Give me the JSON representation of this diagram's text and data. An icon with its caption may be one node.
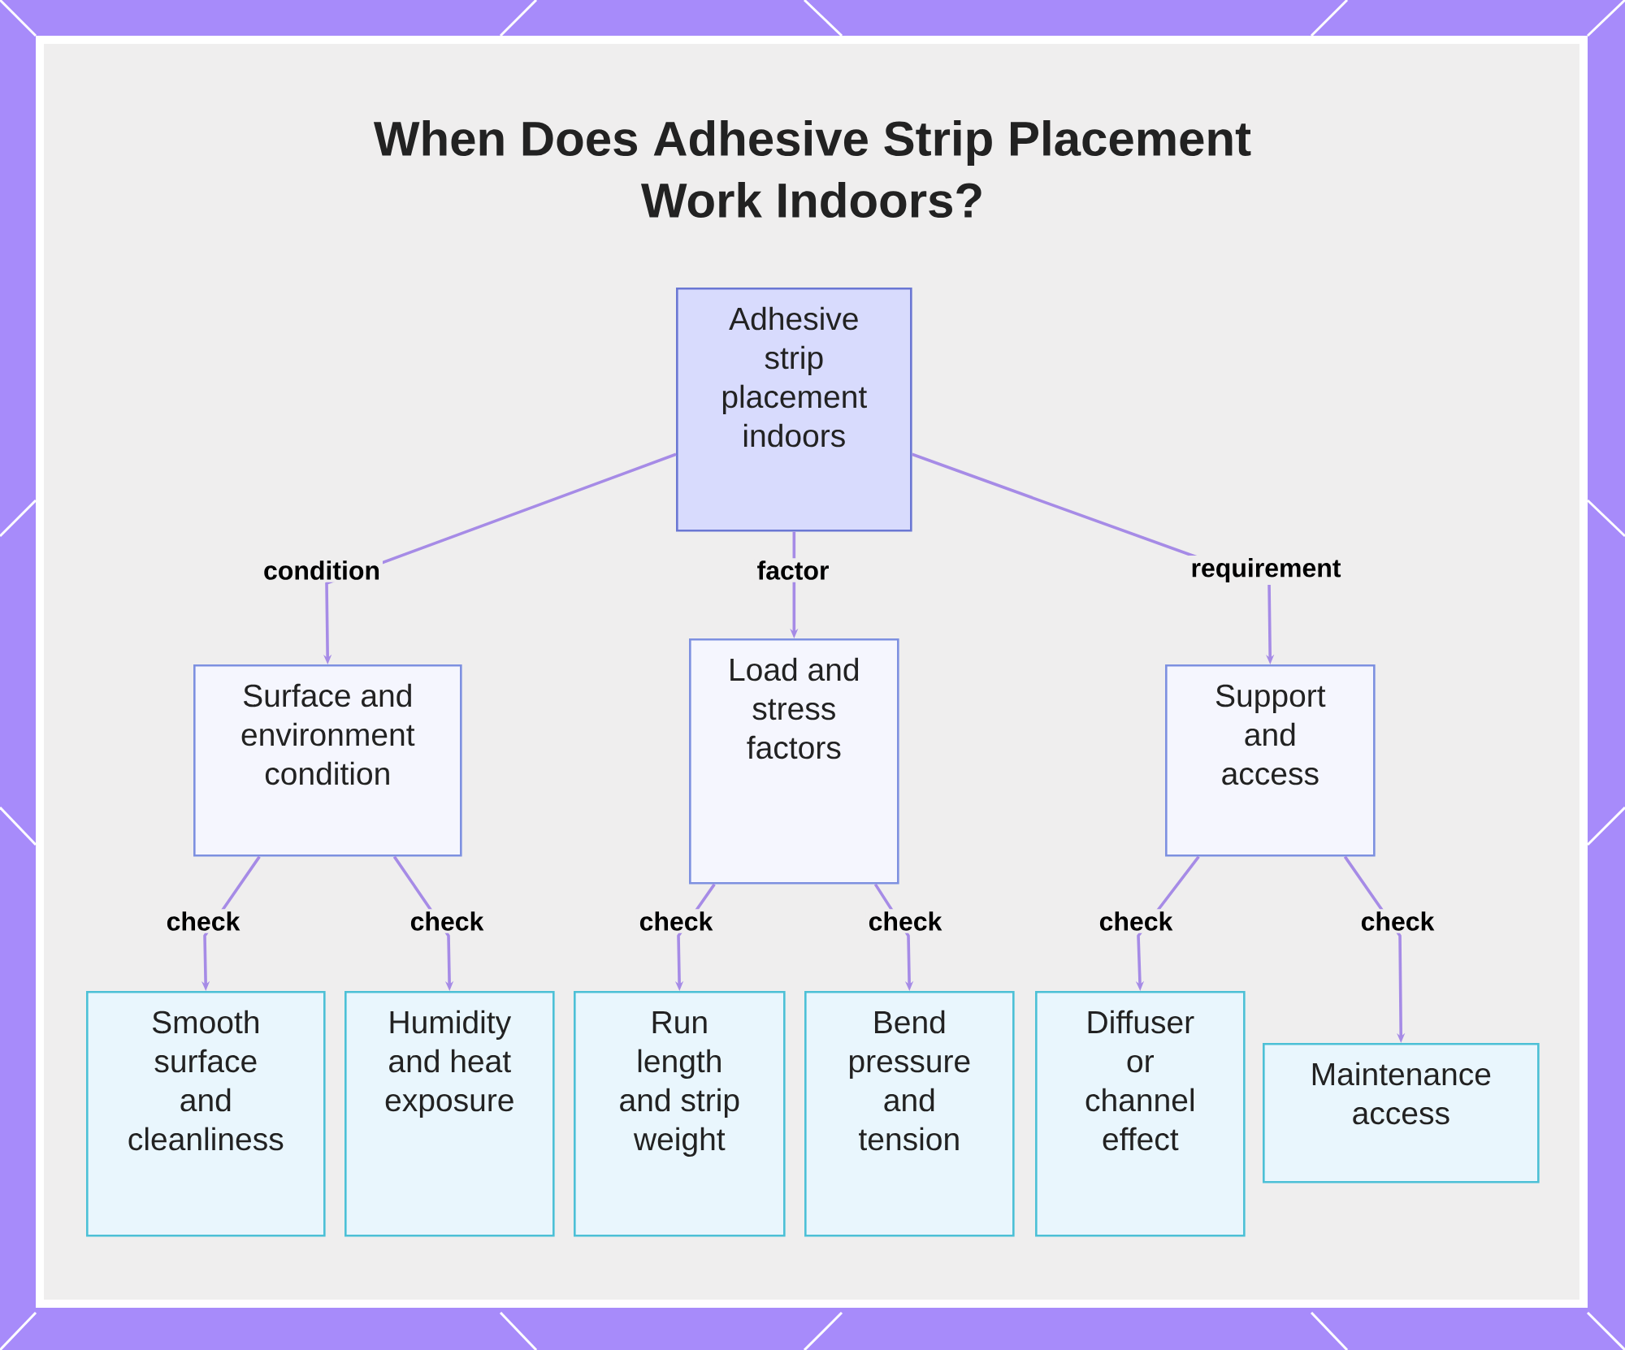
{
  "diagram": {
    "title": "When Does Adhesive Strip Placement Work Indoors?",
    "nodes": [
      {
        "text": [
          "Adhesive strip placement indoors"
        ]
      },
      {
        "text": [
          "Surface and environment condition"
        ]
      },
      {
        "text": [
          "Load and stress factors"
        ]
      },
      {
        "text": [
          "Support and access"
        ]
      },
      {
        "text": [
          "Smooth surface and cleanliness"
        ]
      },
      {
        "text": [
          "Humidity and heat exposure"
        ]
      },
      {
        "text": [
          "Run length and strip weight"
        ]
      },
      {
        "text": [
          "Bend pressure and tension"
        ]
      },
      {
        "text": [
          "Diffuser or channel effect"
        ]
      },
      {
        "text": [
          "Maintenance access"
        ]
      }
    ],
    "edges": [
      {
        "from": 0,
        "to": 1,
        "arrow": "to",
        "label": "condition"
      },
      {
        "from": 0,
        "to": 2,
        "arrow": "to",
        "label": "factor"
      },
      {
        "from": 0,
        "to": 3,
        "arrow": "to",
        "label": "requirement"
      },
      {
        "from": 1,
        "to": 4,
        "arrow": "to",
        "label": "check"
      },
      {
        "from": 1,
        "to": 5,
        "arrow": "to",
        "label": "check"
      },
      {
        "from": 2,
        "to": 6,
        "arrow": "to",
        "label": "check"
      },
      {
        "from": 2,
        "to": 7,
        "arrow": "to",
        "label": "check"
      },
      {
        "from": 3,
        "to": 8,
        "arrow": "to",
        "label": "check"
      },
      {
        "from": 3,
        "to": 9,
        "arrow": "to",
        "label": "check"
      }
    ]
  }
}
